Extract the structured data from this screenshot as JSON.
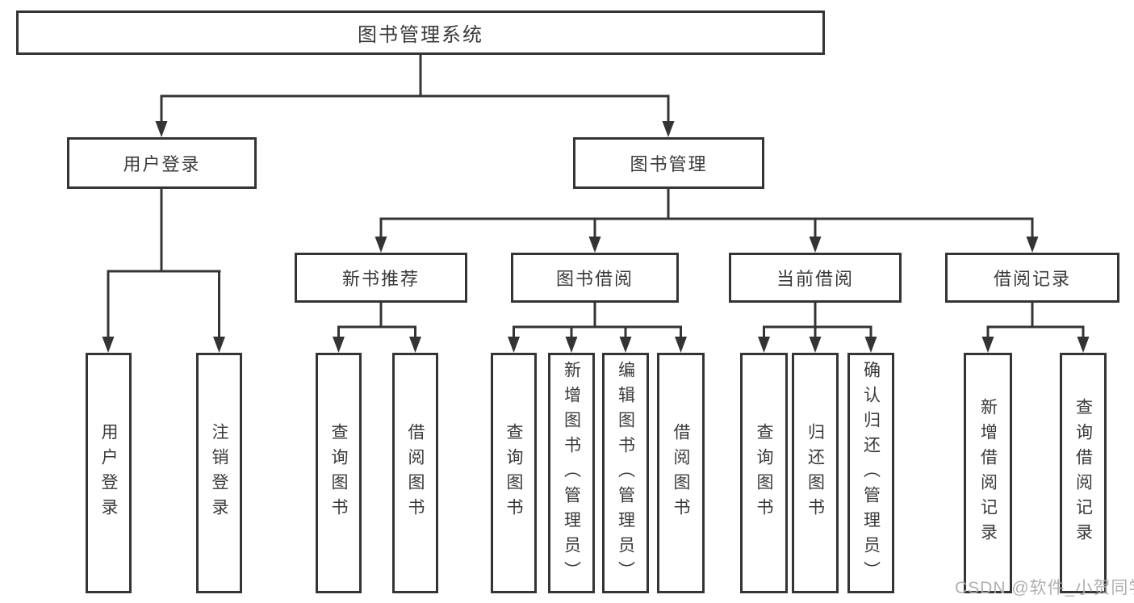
{
  "diagram": {
    "title": "图书管理系统",
    "nodes": {
      "root": "图书管理系统",
      "user_login": "用户登录",
      "book_mgmt": "图书管理",
      "new_book_rec": "新书推荐",
      "book_borrow": "图书借阅",
      "current_borrow": "当前借阅",
      "borrow_record": "借阅记录",
      "login": "用户登录",
      "logout": "注销登录",
      "rec_query_book": "查询图书",
      "rec_borrow_book": "借阅图书",
      "bor_query_book": "查询图书",
      "bor_add_book": "新增图书（管理员）",
      "bor_edit_book": "编辑图书（管理员）",
      "bor_borrow_book": "借阅图书",
      "cur_query_book": "查询图书",
      "cur_return_book": "归还图书",
      "cur_confirm_return": "确认归还（管理员）",
      "rec2_add_record": "新增借阅记录",
      "rec2_query_record": "查询借阅记录"
    },
    "tree": {
      "root": [
        "user_login",
        "book_mgmt"
      ],
      "user_login": [
        "login",
        "logout"
      ],
      "book_mgmt": [
        "new_book_rec",
        "book_borrow",
        "current_borrow",
        "borrow_record"
      ],
      "new_book_rec": [
        "rec_query_book",
        "rec_borrow_book"
      ],
      "book_borrow": [
        "bor_query_book",
        "bor_add_book",
        "bor_edit_book",
        "bor_borrow_book"
      ],
      "current_borrow": [
        "cur_query_book",
        "cur_return_book",
        "cur_confirm_return"
      ],
      "borrow_record": [
        "rec2_add_record",
        "rec2_query_record"
      ]
    }
  },
  "watermark": {
    "text": "CSDN @软件_小贺同学"
  },
  "colors": {
    "line": "#343434",
    "text": "#3a3a3a",
    "watermark": "#b0b0b0",
    "background": "#ffffff"
  }
}
